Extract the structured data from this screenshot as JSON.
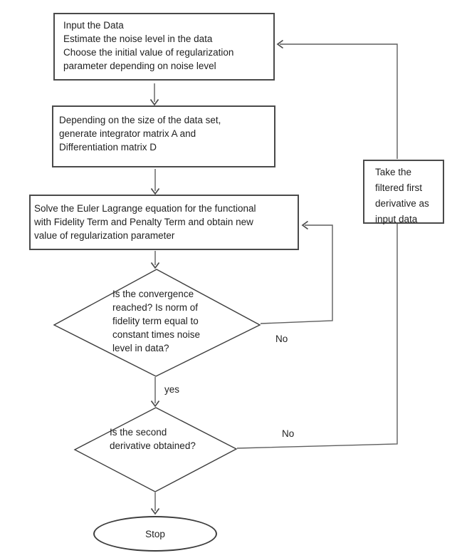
{
  "flowchart": {
    "nodes": {
      "input": {
        "lines": [
          "Input the Data",
          "Estimate the noise level in the data",
          "Choose the initial value of regularization",
          "parameter depending on noise level"
        ]
      },
      "generate": {
        "lines": [
          "Depending on the size of the data set,",
          "generate integrator matrix A and",
          "Differentiation matrix D"
        ]
      },
      "solve": {
        "lines": [
          "Solve the Euler Lagrange equation for the functional",
          "with Fidelity Term and Penalty Term and obtain new",
          "value of regularization parameter"
        ]
      },
      "convergence": {
        "lines": [
          "Is the convergence",
          "reached? Is norm of",
          "fidelity term equal to",
          "constant times noise",
          "level in data?"
        ]
      },
      "second_derivative": {
        "lines": [
          "Is the second",
          "derivative obtained?"
        ]
      },
      "filtered": {
        "lines": [
          "Take the",
          "filtered first",
          "derivative as",
          "input data"
        ]
      },
      "stop": {
        "label": "Stop"
      }
    },
    "labels": {
      "no_convergence": "No",
      "yes_convergence": "yes",
      "no_second_derivative": "No"
    },
    "colors": {
      "background": "#ffffff",
      "box_border": "#4a4a4a",
      "connector": "#5f5f5f",
      "text": "#1f1f1f"
    }
  }
}
